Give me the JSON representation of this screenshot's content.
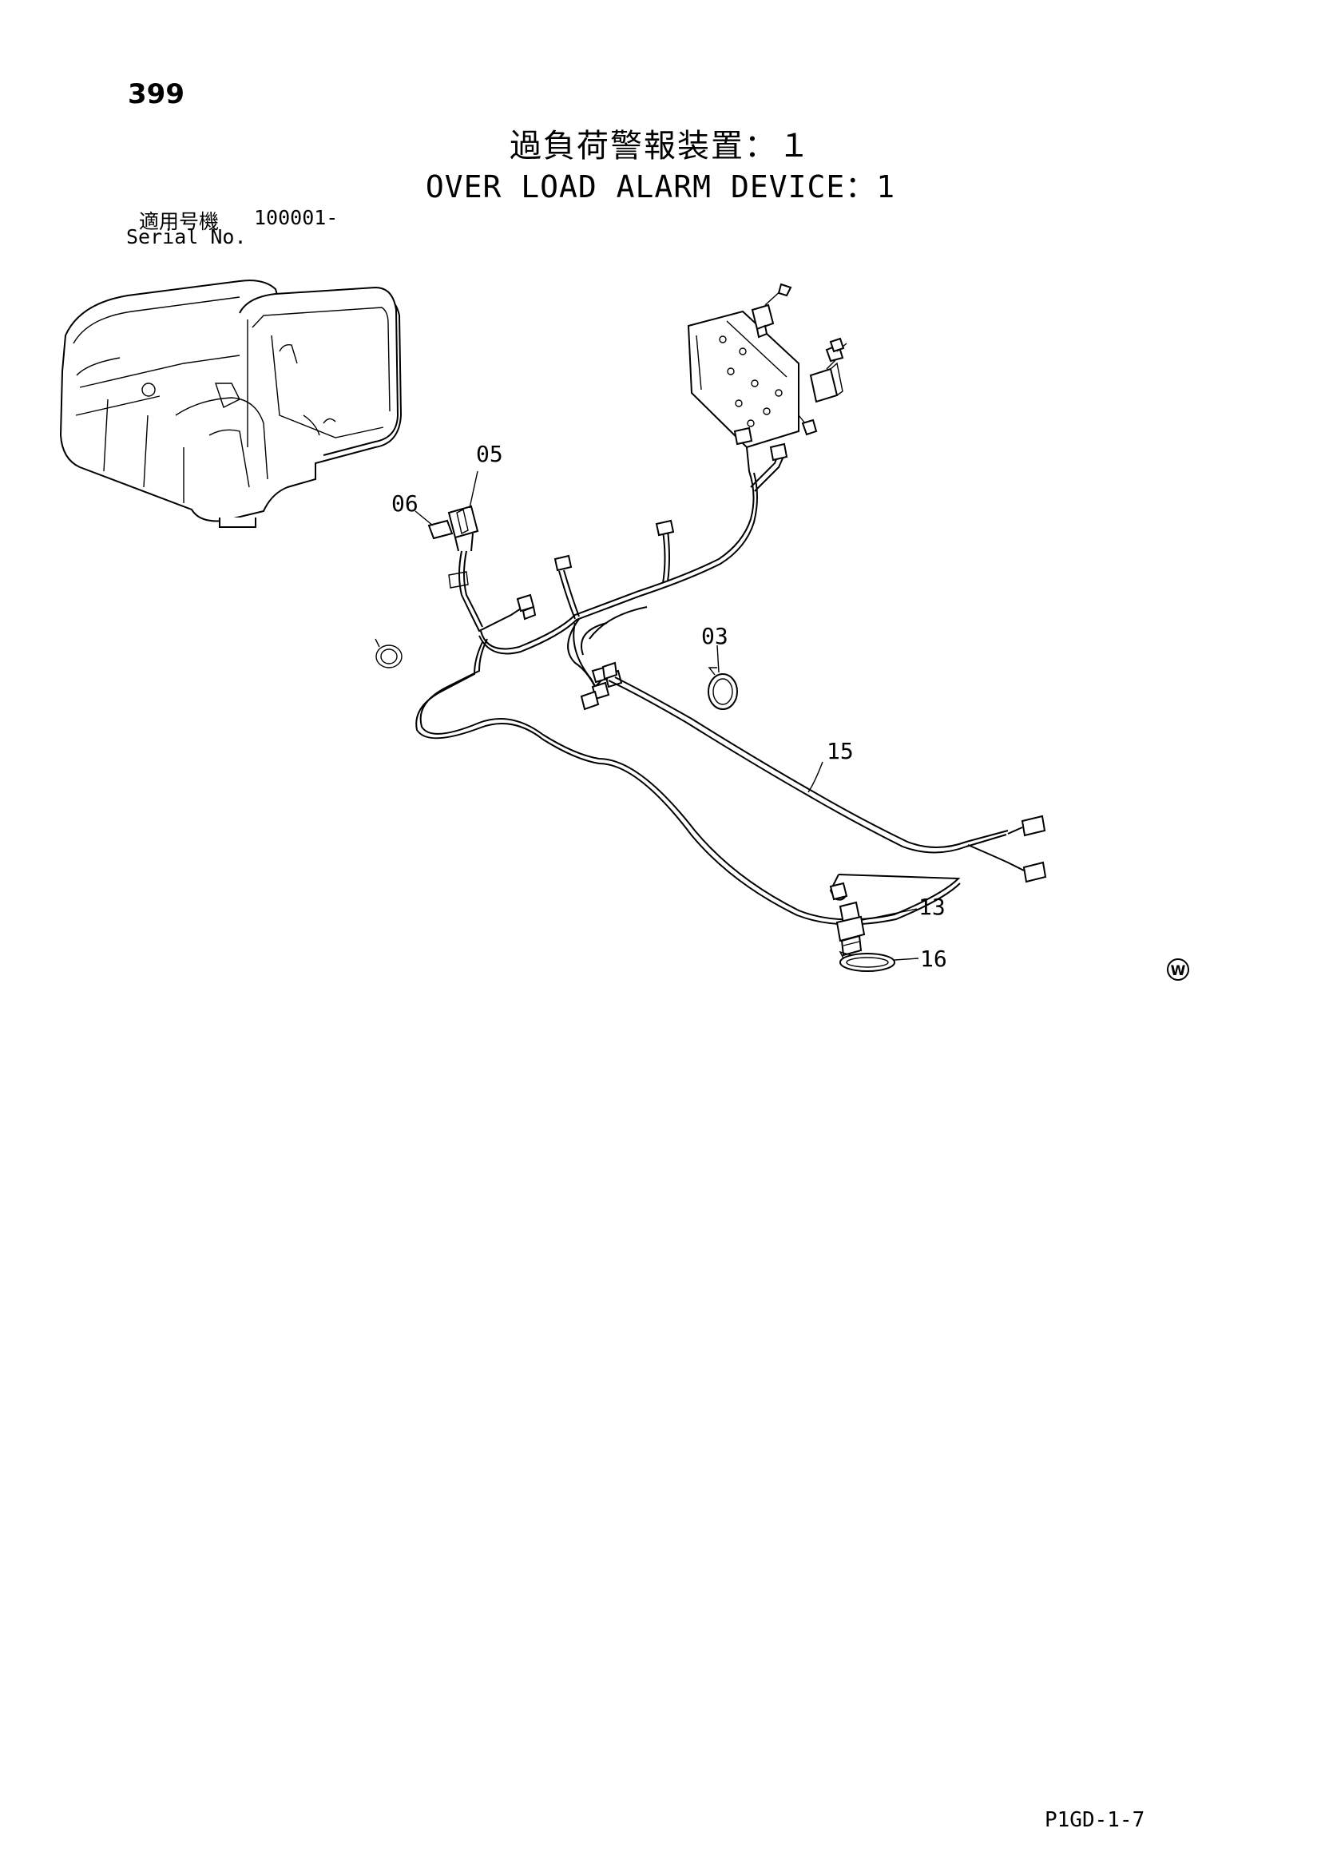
{
  "header": {
    "page_number": "399",
    "title_jp": "過負荷警報装置：１",
    "title_en": "OVER LOAD ALARM DEVICE：1",
    "serial_label_jp": "適用号機",
    "serial_value": "100001-",
    "serial_label_en": "Serial No."
  },
  "diagram": {
    "callouts": [
      "05",
      "06",
      "03",
      "15",
      "13",
      "16"
    ],
    "w_mark": "W"
  },
  "footer": {
    "figure_code": "P1GD-1-7"
  }
}
